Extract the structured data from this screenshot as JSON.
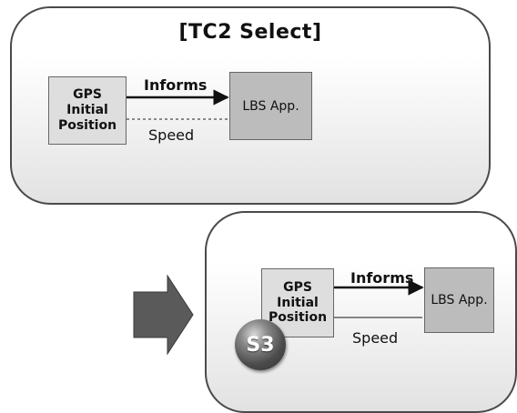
{
  "top_panel": {
    "title": "[TC2 Select]",
    "gps_box": {
      "line1": "GPS",
      "line2": "Initial",
      "line3": "Position"
    },
    "lbs_box": "LBS App.",
    "arrow_label": "Informs",
    "dotted_label": "Speed"
  },
  "bottom_panel": {
    "gps_box": {
      "line1": "GPS",
      "line2": "Initial",
      "line3": "Position"
    },
    "lbs_box": "LBS App.",
    "arrow_label": "Informs",
    "plain_label": "Speed",
    "badge": "S3"
  },
  "colors": {
    "panel_border": "#4a4a4a",
    "gps_fill": "#dedede",
    "lbs_fill": "#bcbcbc",
    "big_arrow": "#5a5a5a"
  },
  "icons": {
    "transition_arrow": "right-arrow-icon",
    "badge": "s3-sphere-icon"
  }
}
